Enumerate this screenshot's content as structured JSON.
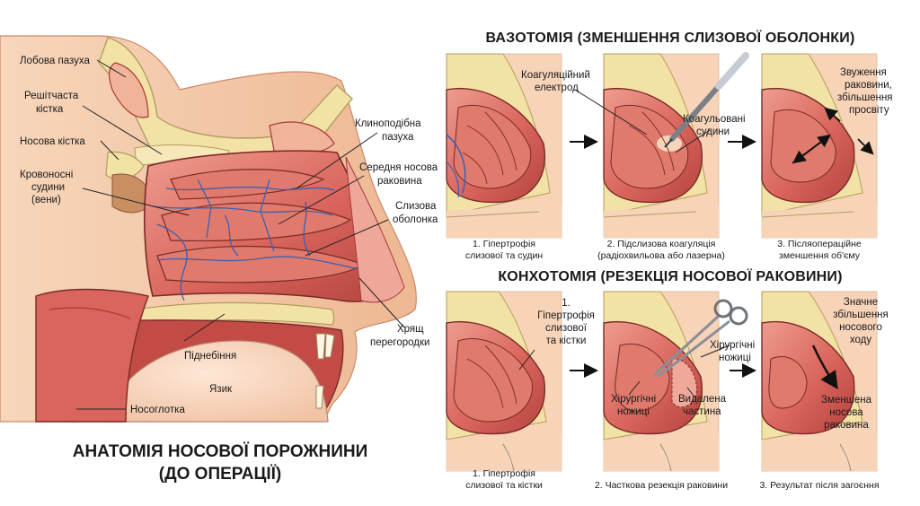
{
  "colors": {
    "skin": "#f4c9a8",
    "skin_dark": "#d99778",
    "bone": "#f3e2a6",
    "bone_edge": "#b39d5c",
    "mucosa": "#d9655c",
    "mucosa_dark": "#a8383a",
    "mucosa_light": "#eea29a",
    "vein": "#3d5fb0",
    "outline": "#5a2a22"
  },
  "anatomy": {
    "title_line1": "АНАТОМІЯ НОСОВОЇ ПОРОЖНИНИ",
    "title_line2": "(ДО ОПЕРАЦІЇ)",
    "labels": {
      "frontal_sinus": "Лобова пазуха",
      "ethmoid_1": "Решітчаста",
      "ethmoid_2": "кістка",
      "nasal_bone": "Носова кістка",
      "vessels_1": "Кровоносні",
      "vessels_2": "судини",
      "vessels_3": "(вени)",
      "sphenoid_1": "Клиноподібна",
      "sphenoid_2": "пазуха",
      "middle_1": "Середня носова",
      "middle_2": "раковина",
      "mucosa_1": "Слизова",
      "mucosa_2": "оболонка",
      "septum_1": "Хрящ",
      "septum_2": "перегородки",
      "palate": "Піднебіння",
      "tongue": "Язик",
      "nasopharynx": "Носоглотка"
    }
  },
  "vasotomy": {
    "title": "ВАЗОТОМІЯ (ЗМЕНШЕННЯ СЛИЗОВОЇ ОБОЛОНКИ)",
    "step1_cap1": "1. Гіпертрофія",
    "step1_cap2": "слизової та судин",
    "step2_lbl1": "Коагуляційний",
    "step2_lbl2": "електрод",
    "step2_lbl3": "Коагульовані",
    "step2_lbl4": "судини",
    "step2_cap1": "2. Підслизова коагуляція",
    "step2_cap2": "(радіохвильова або лазерна)",
    "step3_lbl1": "Звуження",
    "step3_lbl2": "раковини,",
    "step3_lbl3": "збільшення",
    "step3_lbl4": "просвіту",
    "step3_cap1": "3. Післяопераційне",
    "step3_cap2": "зменшення об'єму"
  },
  "conchotomy": {
    "title": "КОНХОТОМІЯ (РЕЗЕКЦІЯ НОСОВОЇ РАКОВИНИ)",
    "step1_lbl1": "1.",
    "step1_lbl2": "Гіпертрофія",
    "step1_lbl3": "слизової",
    "step1_lbl4": "та кістки",
    "step1_cap1": "1. Гіпертрофія",
    "step1_cap2": "слизової та кістки",
    "step2_lbl1": "Хірургічні",
    "step2_lbl2": "ножиці",
    "step2_lbl3": "Хірургічні",
    "step2_lbl4": "ножиці",
    "step2_lbl5": "Видалена",
    "step2_lbl6": "частина",
    "step2_cap1": "2. Часткова резекція раковини",
    "step3_lbl1": "Значне",
    "step3_lbl2": "збільшення",
    "step3_lbl3": "носового",
    "step3_lbl4": "ходу",
    "step3_lbl5": "Зменшена",
    "step3_lbl6": "носова",
    "step3_lbl7": "раковина",
    "step3_cap1": "3. Результат після загоєння"
  }
}
